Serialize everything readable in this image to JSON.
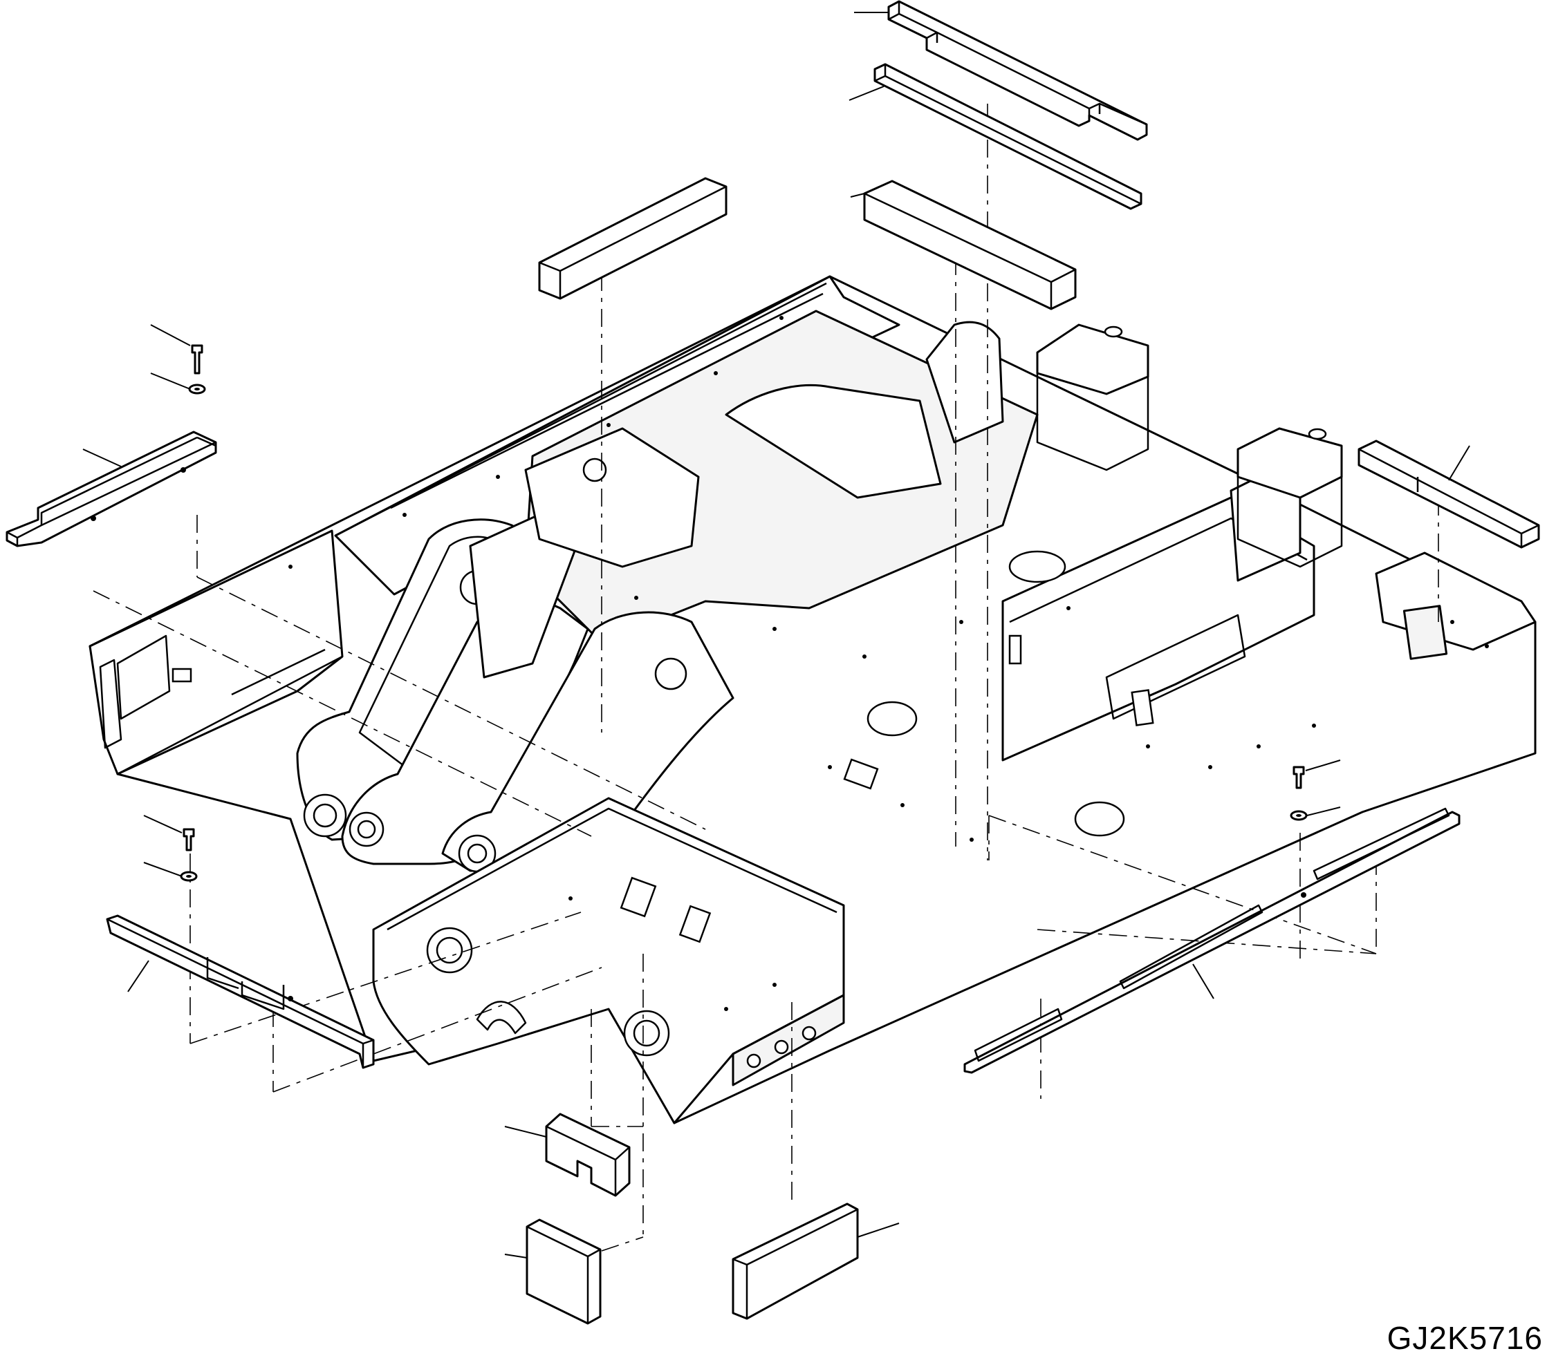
{
  "drawing": {
    "code": "GJ2K5716",
    "parts": [
      {
        "id": "main-frame",
        "kind": "frame"
      },
      {
        "id": "top-stop-bar-upper",
        "kind": "stop-bar"
      },
      {
        "id": "top-stop-bar-lower",
        "kind": "stop-bar"
      },
      {
        "id": "top-left-block",
        "kind": "block"
      },
      {
        "id": "top-right-block",
        "kind": "block"
      },
      {
        "id": "right-end-bar",
        "kind": "stop-bar"
      },
      {
        "id": "left-upper-rail",
        "kind": "rail"
      },
      {
        "id": "left-lower-rail",
        "kind": "rail"
      },
      {
        "id": "right-lower-rail",
        "kind": "rail"
      },
      {
        "id": "notched-block",
        "kind": "block"
      },
      {
        "id": "square-block",
        "kind": "block"
      },
      {
        "id": "flat-block",
        "kind": "block"
      },
      {
        "id": "bolt",
        "kind": "fastener",
        "count": 3
      },
      {
        "id": "washer",
        "kind": "fastener",
        "count": 3
      }
    ]
  }
}
